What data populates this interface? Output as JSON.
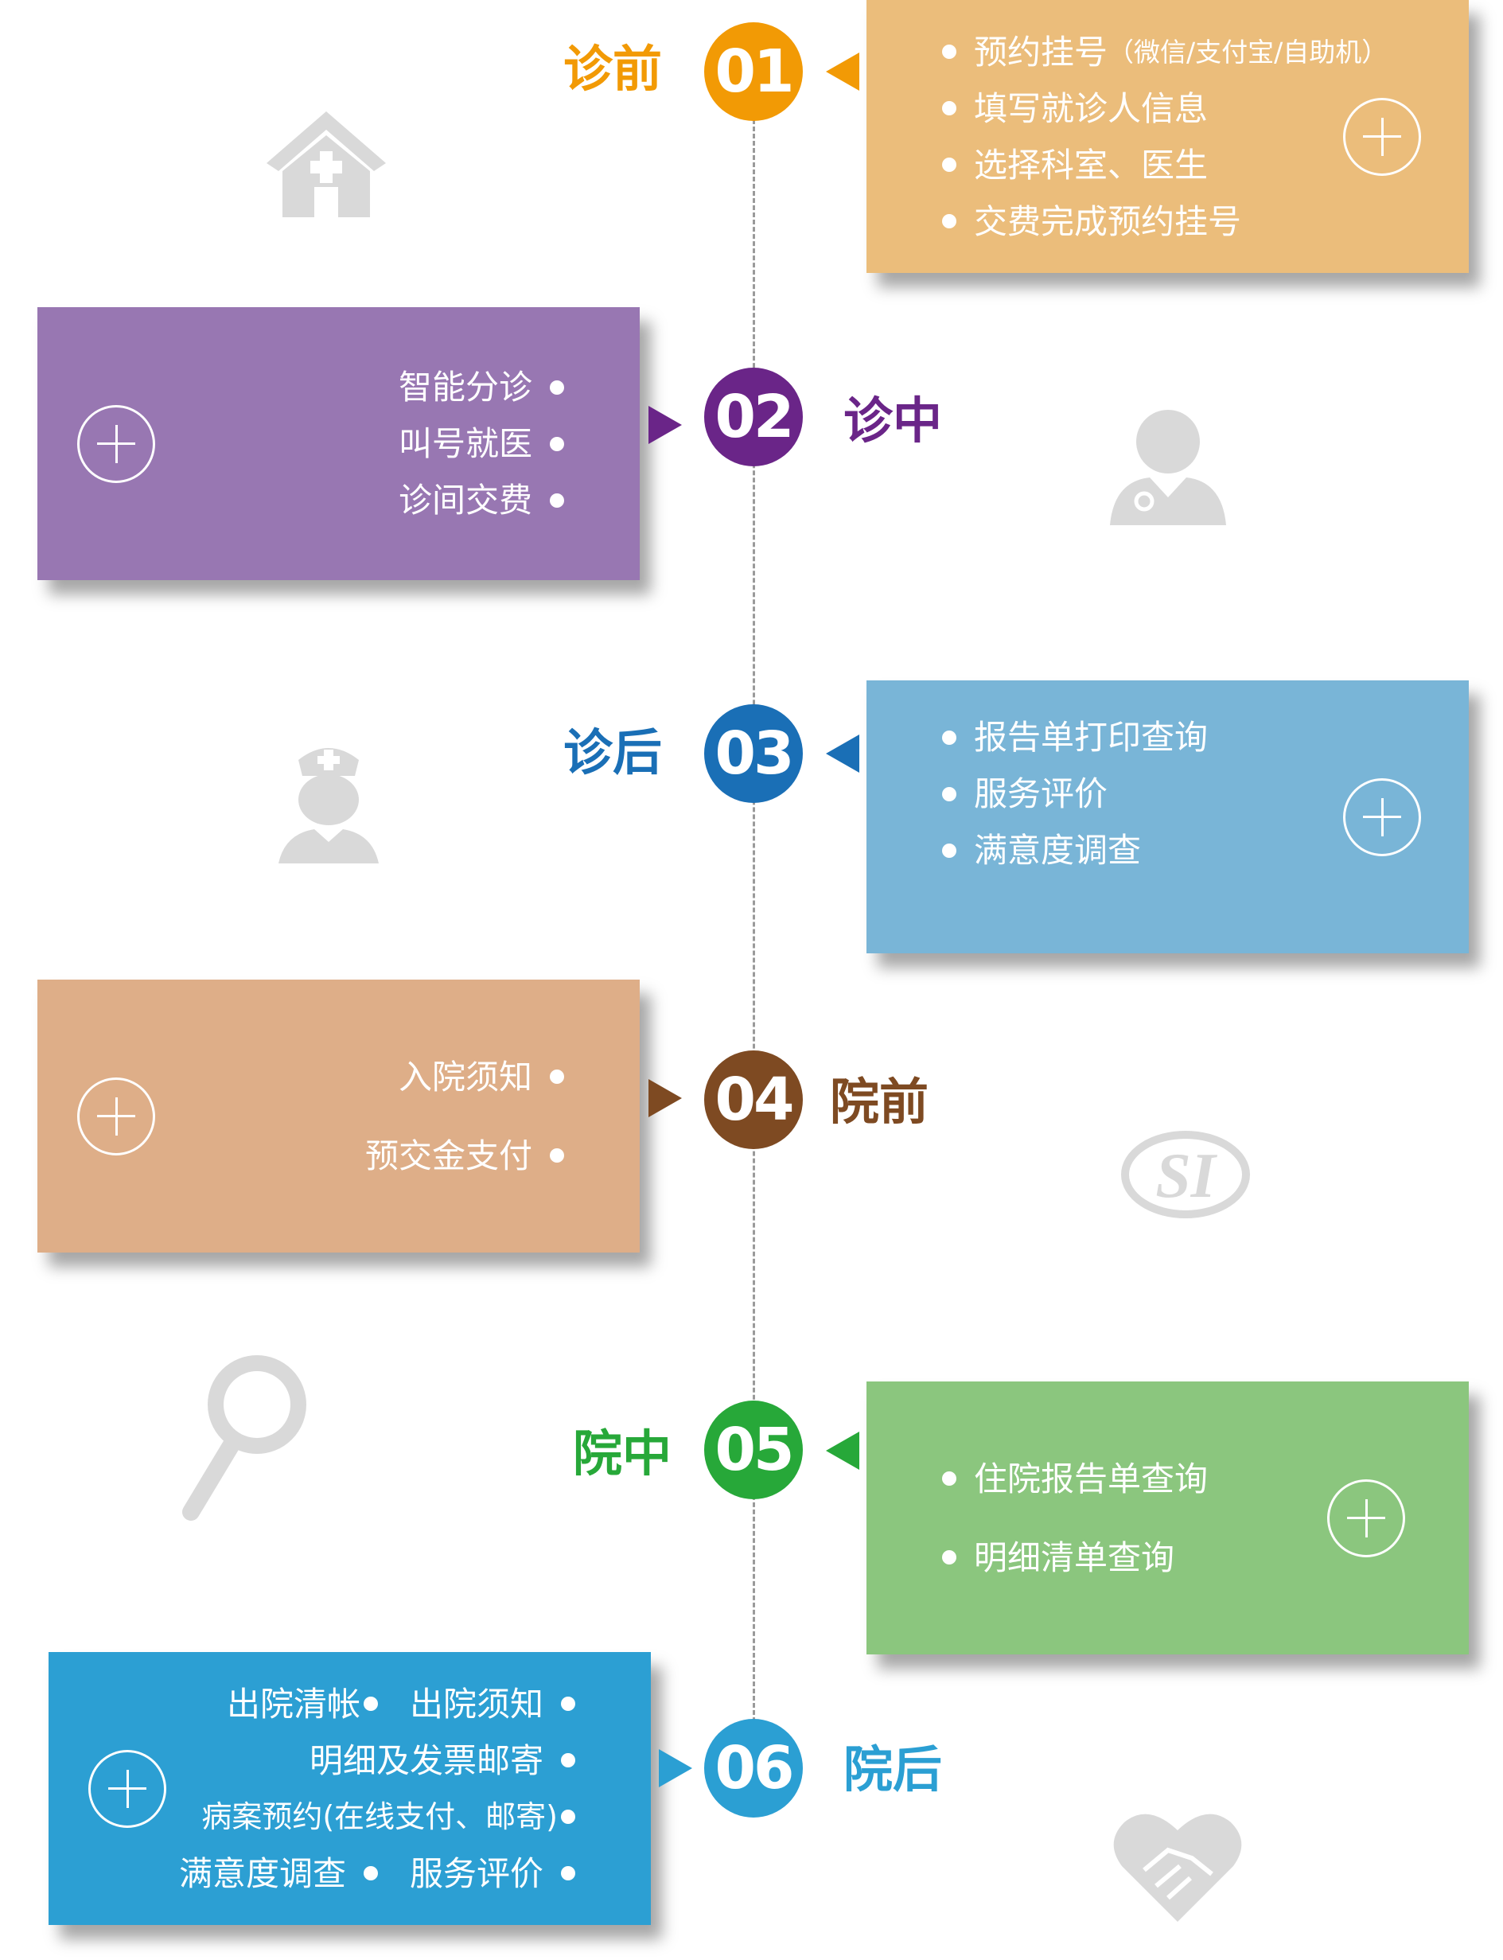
{
  "stages": [
    {
      "num": "01",
      "label": "诊前",
      "items": [
        "预约挂号",
        "填写就诊人信息",
        "选择科室、医生",
        "交费完成预约挂号"
      ],
      "note": "（微信/支付宝/自助机）"
    },
    {
      "num": "02",
      "label": "诊中",
      "items": [
        "智能分诊",
        "叫号就医",
        "诊间交费"
      ]
    },
    {
      "num": "03",
      "label": "诊后",
      "items": [
        "报告单打印查询",
        "服务评价",
        "满意度调查"
      ]
    },
    {
      "num": "04",
      "label": "院前",
      "items": [
        "入院须知",
        "预交金支付"
      ]
    },
    {
      "num": "05",
      "label": "院中",
      "items": [
        "住院报告单查询",
        "明细清单查询"
      ]
    },
    {
      "num": "06",
      "label": "院后",
      "items": [
        "出院清帐",
        "出院须知",
        "明细及发票邮寄",
        "病案预约(在线支付、邮寄)",
        "满意度调查",
        "服务评价"
      ]
    }
  ],
  "colors": {
    "s1": "#f29a05",
    "c1": "#ebbd7b",
    "s2": "#6a2588",
    "c2": "#9877b2",
    "s3": "#1a6fb6",
    "c3": "#79b5d7",
    "s4": "#7e4a22",
    "c4": "#deae88",
    "s5": "#27a839",
    "c5": "#8bc67e",
    "s6": "#2b9fd3",
    "c6": "#2c9fd3",
    "icon": "#d9d9d9"
  }
}
